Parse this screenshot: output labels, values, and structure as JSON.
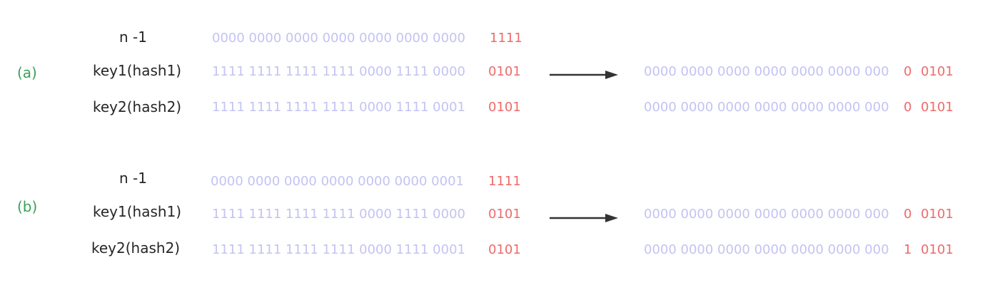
{
  "colors": {
    "section_label": "#3aa05a",
    "row_label": "#262626",
    "high_bits": "#c3c3f3",
    "low_bits": "#ee6a6a",
    "arrow": "#333333"
  },
  "a": {
    "section": "(a)",
    "rows": [
      {
        "label": "n -1",
        "bits": "0000 0000 0000 0000 0000 0000 0000",
        "low": "1111"
      },
      {
        "label": "key1(hash1)",
        "bits": "1111 1111 1111 1111 0000 1111 0000",
        "low": "0101"
      },
      {
        "label": "key2(hash2)",
        "bits": "1111 1111 1111 1111 0000 1111 0001",
        "low": "0101"
      }
    ],
    "results": [
      {
        "bits": "0000 0000 0000 0000 0000 0000 000",
        "pivot": "0",
        "low": "0101"
      },
      {
        "bits": "0000 0000 0000 0000 0000 0000 000",
        "pivot": "0",
        "low": "0101"
      }
    ]
  },
  "b": {
    "section": "(b)",
    "rows": [
      {
        "label": "n -1",
        "bits": "0000 0000 0000 0000 0000 0000 0001",
        "low": "1111"
      },
      {
        "label": "key1(hash1)",
        "bits": "1111 1111 1111 1111 0000 1111 0000",
        "low": "0101"
      },
      {
        "label": "key2(hash2)",
        "bits": "1111 1111 1111 1111 0000 1111 0001",
        "low": "0101"
      }
    ],
    "results": [
      {
        "bits": "0000 0000 0000 0000 0000 0000 000",
        "pivot": "0",
        "low": "0101"
      },
      {
        "bits": "0000 0000 0000 0000 0000 0000 000",
        "pivot": "1",
        "low": "0101"
      }
    ]
  }
}
